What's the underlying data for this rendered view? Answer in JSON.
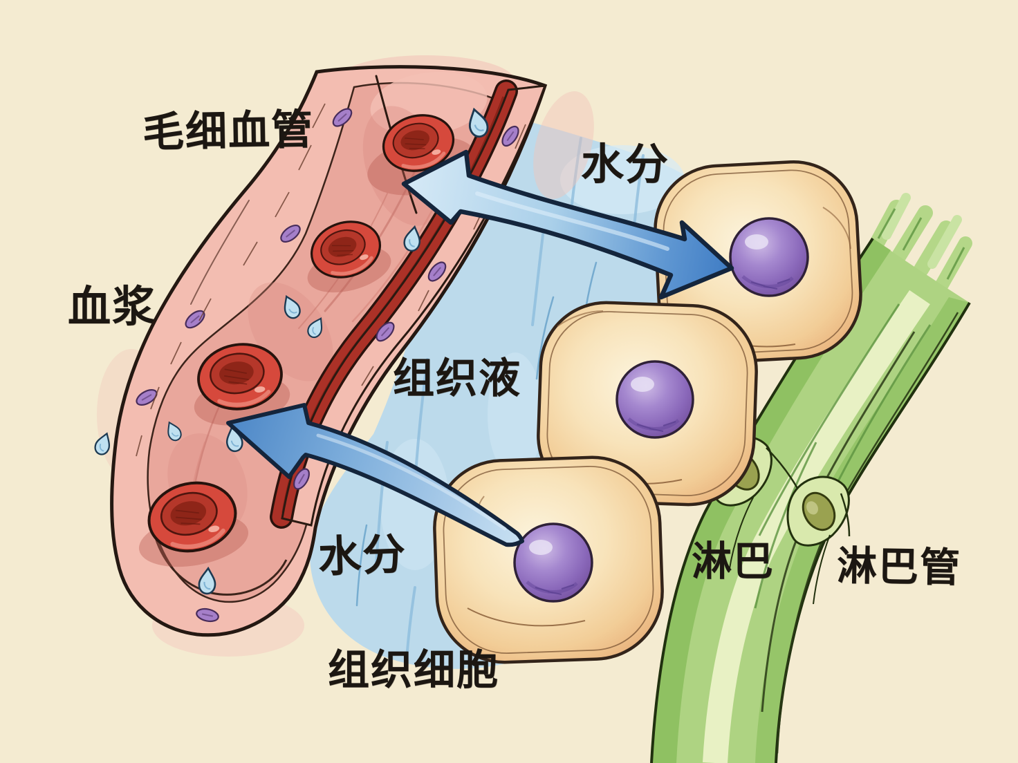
{
  "diagram_type": "hand-drawn watercolor biology illustration of fluid exchange between capillary, tissue fluid, tissue cells and lymphatic vessel",
  "labels": {
    "capillary": {
      "text": "毛细血管"
    },
    "water_top": {
      "text": "水分"
    },
    "plasma": {
      "text": "血浆"
    },
    "tissue_fluid": {
      "text": "组织液"
    },
    "water_bottom": {
      "text": "水分"
    },
    "tissue_cells": {
      "text": "组织细胞"
    },
    "lymph": {
      "text": "淋巴"
    },
    "lymph_vessel": {
      "text": "淋巴管"
    }
  },
  "colors": {
    "paper": "#f4ebd1",
    "ink": "#1c1712",
    "capillary_wall_pink": "#f3bdb1",
    "capillary_lumen": "#e9a79c",
    "capillary_dark_wall": "#ab3127",
    "red_blood_cell": "#d6493c",
    "platelet_purple": "#a57fc9",
    "water_droplet_blue": "#bfe0f0",
    "tissue_fluid_wash": "#b8d9ec",
    "cell_body_cream": "#f8e3ba",
    "cell_edge_peach": "#eab67f",
    "nucleus_purple": "#8f6fc0",
    "lymph_vessel_green": "#aed382",
    "lymph_cell_olive": "#9aa250",
    "arrow_blue_dark": "#3f7cc4",
    "arrow_blue_light": "#cde5f3"
  }
}
